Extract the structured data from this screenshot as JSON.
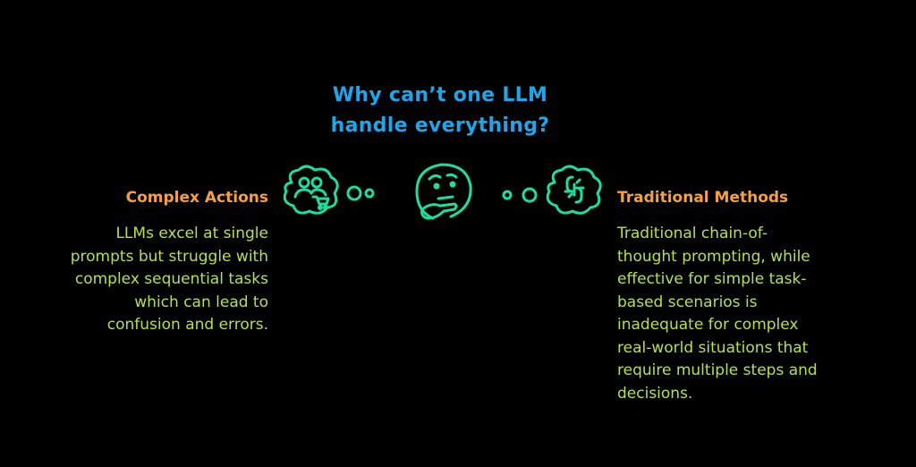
{
  "title": {
    "line1": "Why can’t one LLM",
    "line2": "handle everything?"
  },
  "left": {
    "heading": "Complex Actions",
    "lines": [
      "LLMs excel at single",
      "prompts but struggle with",
      "complex sequential tasks",
      "which can lead to",
      "confusion and errors."
    ]
  },
  "right": {
    "heading": "Traditional Methods",
    "lines": [
      "Traditional chain-of-",
      "thought prompting, while",
      "effective for simple task-",
      "based scenarios is",
      "inadequate for complex",
      "real-world situations that",
      "require multiple steps and",
      "decisions."
    ]
  },
  "icons": {
    "left_bubble": "users-cart-icon",
    "center": "thinking-face-icon",
    "right_bubble": "broken-link-icon"
  },
  "colors": {
    "background": "#000000",
    "title": "#1aa7ec",
    "heading": "#f7a13a",
    "body": "#b7e33e",
    "icon": "#19e0a0"
  }
}
